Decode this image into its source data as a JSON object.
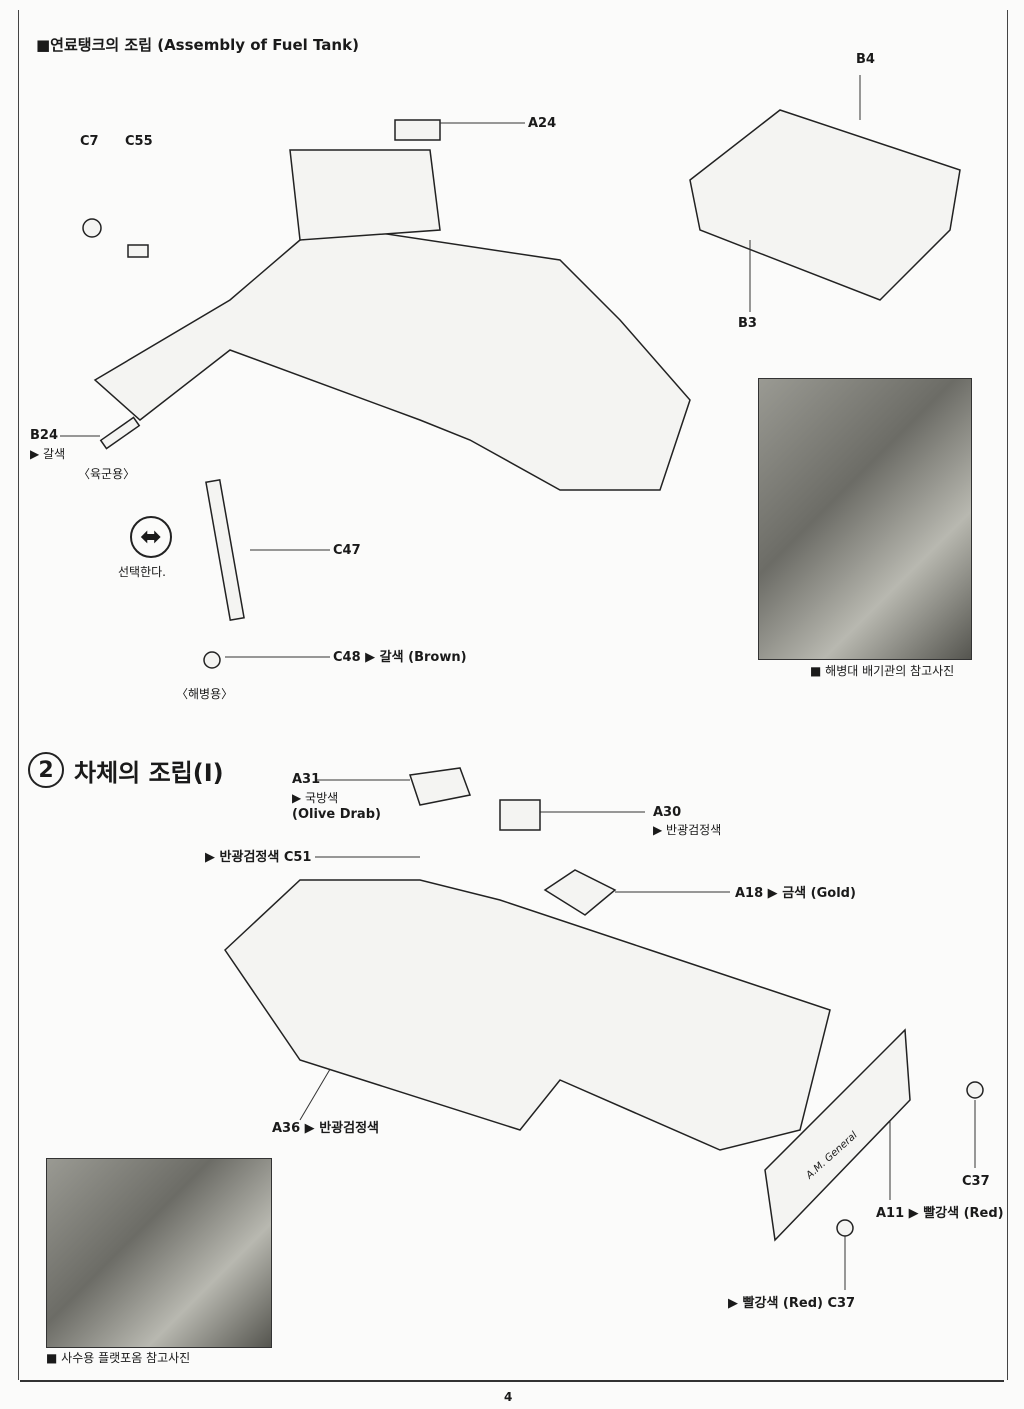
{
  "section1": {
    "title": "■연료탱크의 조립 (Assembly of Fuel Tank)",
    "labels": {
      "c7": "C7",
      "c55": "C55",
      "a24": "A24",
      "b4": "B4",
      "b3": "B3",
      "b24": "B24",
      "b24_color": "▶ 갈색",
      "army": "〈육군용〉",
      "choose": "선택한다.",
      "c47": "C47",
      "c48": "C48 ▶ 갈색 (Brown)",
      "marine": "〈해병용〉"
    },
    "photo_caption": "■ 해병대 배기관의 참고사진"
  },
  "section2": {
    "step_number": "2",
    "title": "차체의 조립(I)",
    "labels": {
      "a31": "A31",
      "a31_color": "▶ 국방색",
      "a31_color_en": "(Olive Drab)",
      "a30": "A30",
      "a30_color": "▶ 반광검정색",
      "c51": "▶ 반광검정색 C51",
      "a18": "A18 ▶ 금색 (Gold)",
      "a36": "A36 ▶ 반광검정색",
      "c37_top": "C37",
      "a11": "A11 ▶ 빨강색 (Red)",
      "red_c37": "▶ 빨강색 (Red)  C37",
      "tailgate_text": "A.M. General"
    },
    "photo_caption": "■ 사수용 플랫포옴 참고사진"
  },
  "page_number": "4"
}
